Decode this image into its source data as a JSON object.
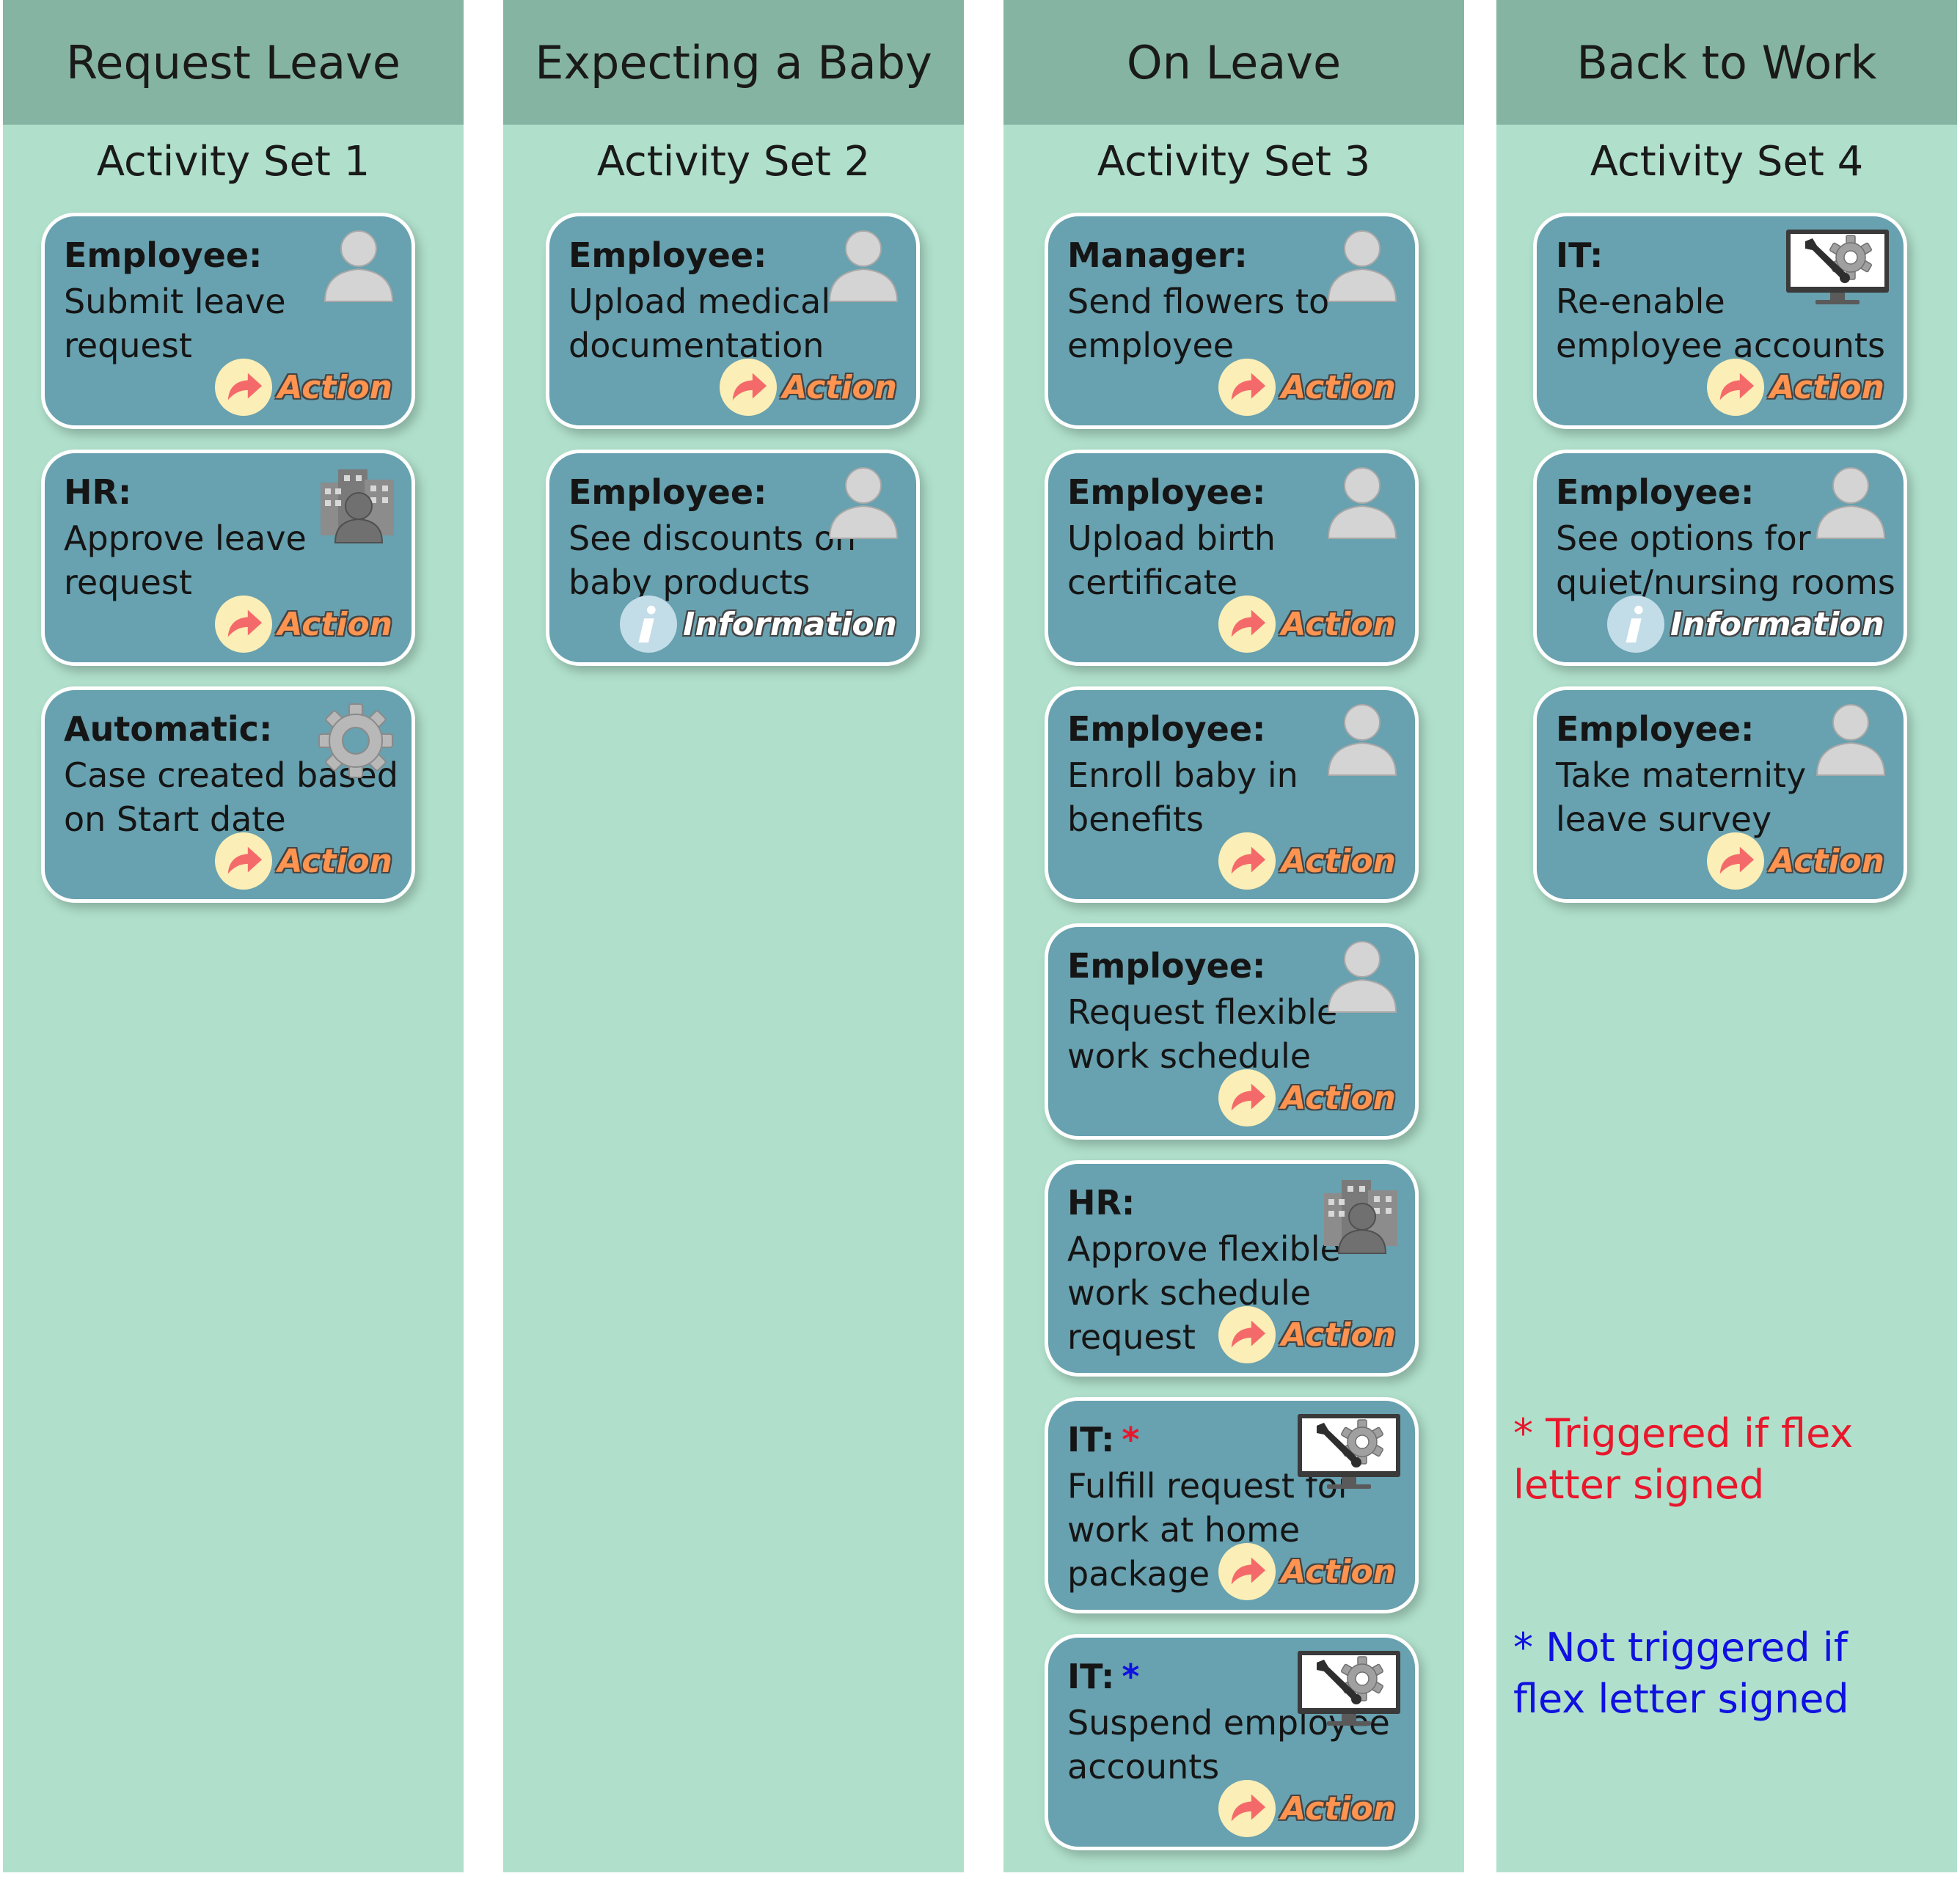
{
  "columns": [
    {
      "header": "Request Leave",
      "set_title": "Activity Set 1",
      "cards": [
        {
          "role": "Employee:",
          "text": "Submit leave request",
          "icon": "person-icon",
          "badge": "Action"
        },
        {
          "role": "HR:",
          "text": "Approve leave request",
          "icon": "hr-building-icon",
          "badge": "Action"
        },
        {
          "role": "Automatic:",
          "text": "Case created based on Start date",
          "icon": "gear-icon",
          "badge": "Action"
        }
      ]
    },
    {
      "header": "Expecting a Baby",
      "set_title": "Activity Set 2",
      "cards": [
        {
          "role": "Employee:",
          "text": "Upload medical documentation",
          "icon": "person-icon",
          "badge": "Action"
        },
        {
          "role": "Employee:",
          "text": "See discounts on baby products",
          "icon": "person-icon",
          "badge": "Information"
        }
      ]
    },
    {
      "header": "On Leave",
      "set_title": "Activity Set 3",
      "cards": [
        {
          "role": "Manager:",
          "text": "Send flowers to employee",
          "icon": "person-icon",
          "badge": "Action"
        },
        {
          "role": "Employee:",
          "text": "Upload birth certificate",
          "icon": "person-icon",
          "badge": "Action"
        },
        {
          "role": "Employee:",
          "text": "Enroll baby in benefits",
          "icon": "person-icon",
          "badge": "Action"
        },
        {
          "role": "Employee:",
          "text": "Request flexible work schedule",
          "icon": "person-icon",
          "badge": "Action"
        },
        {
          "role": "HR:",
          "text": "Approve flexible work schedule request",
          "icon": "hr-building-icon",
          "badge": "Action"
        },
        {
          "role": "IT:",
          "role_mark": "*",
          "role_mark_color": "#e8182c",
          "text": "Fulfill request for work at home package",
          "icon": "it-monitor-tools-icon",
          "badge": "Action"
        },
        {
          "role": "IT:",
          "role_mark": "*",
          "role_mark_color": "#1010e0",
          "text": "Suspend employee accounts",
          "icon": "it-monitor-tools-icon",
          "badge": "Action"
        }
      ]
    },
    {
      "header": "Back to Work",
      "set_title": "Activity Set 4",
      "cards": [
        {
          "role": "IT:",
          "text": "Re-enable employee accounts",
          "icon": "it-monitor-tools-icon",
          "badge": "Action"
        },
        {
          "role": "Employee:",
          "text": "See options for quiet/nursing rooms",
          "icon": "person-icon",
          "badge": "Information"
        },
        {
          "role": "Employee:",
          "text": "Take maternity leave survey",
          "icon": "person-icon",
          "badge": "Action"
        }
      ]
    }
  ],
  "notes": [
    {
      "text": "* Triggered if flex letter signed",
      "color": "#e8182c"
    },
    {
      "text": "* Not triggered if flex letter signed",
      "color": "#1010e0"
    }
  ],
  "colors": {
    "header": "#85b5a2",
    "lane": "#b0e0cc",
    "card": "#68a1af",
    "action_text": "#ff9350"
  }
}
